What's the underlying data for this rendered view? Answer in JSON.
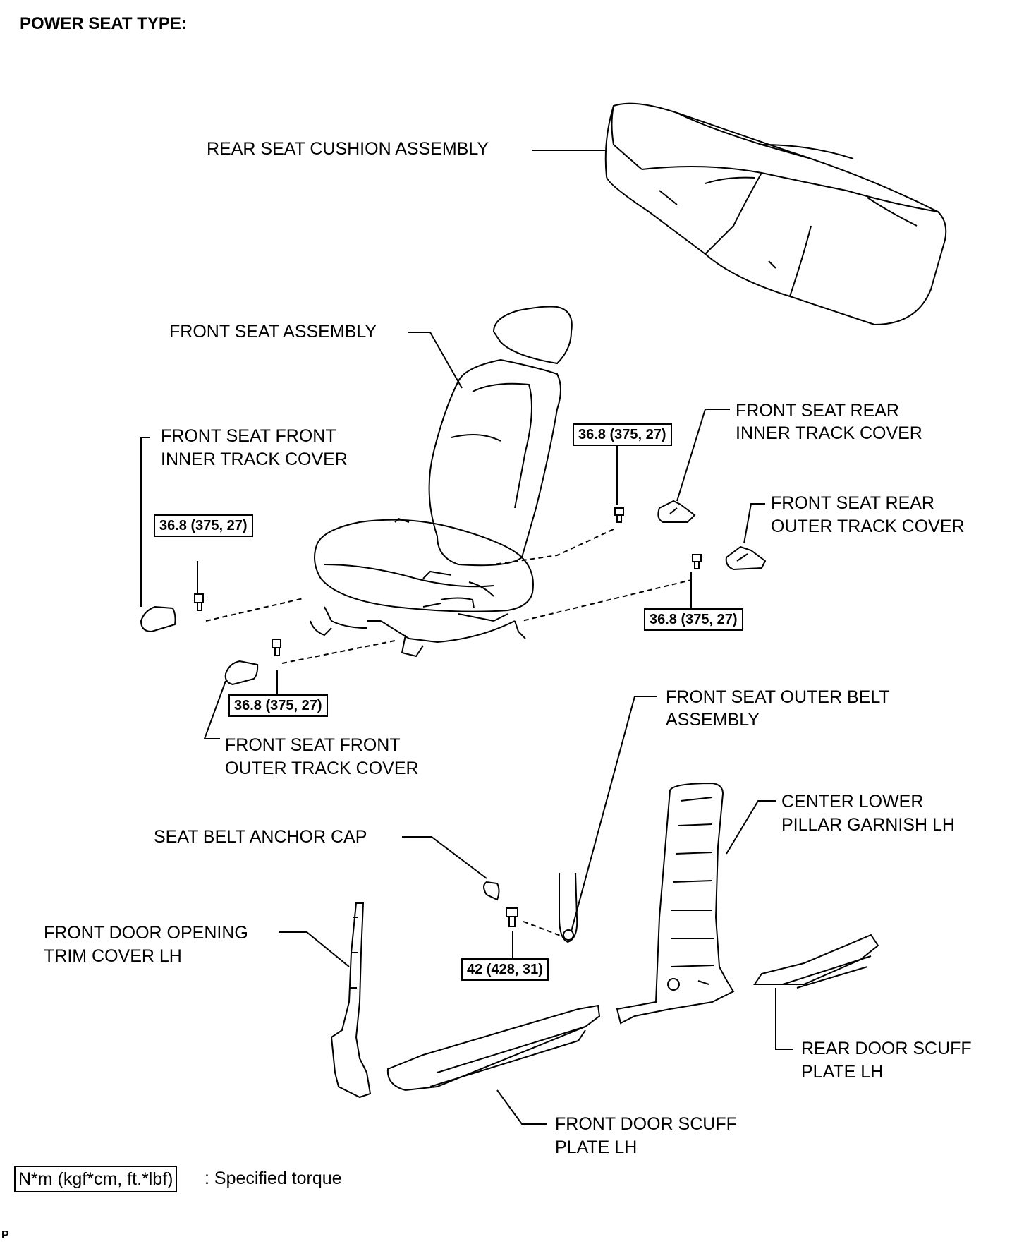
{
  "title": "POWER SEAT TYPE:",
  "labels": {
    "rear_seat_cushion": "REAR SEAT CUSHION ASSEMBLY",
    "front_seat_assembly": "FRONT SEAT ASSEMBLY",
    "front_seat_front_inner_1": "FRONT SEAT FRONT",
    "front_seat_front_inner_2": "INNER TRACK COVER",
    "front_seat_rear_inner_1": "FRONT SEAT REAR",
    "front_seat_rear_inner_2": "INNER TRACK COVER",
    "front_seat_rear_outer_1": "FRONT SEAT REAR",
    "front_seat_rear_outer_2": "OUTER TRACK COVER",
    "front_seat_front_outer_1": "FRONT SEAT FRONT",
    "front_seat_front_outer_2": "OUTER TRACK COVER",
    "outer_belt_1": "FRONT SEAT OUTER BELT",
    "outer_belt_2": "ASSEMBLY",
    "center_pillar_1": "CENTER LOWER",
    "center_pillar_2": "PILLAR GARNISH LH",
    "anchor_cap": "SEAT BELT ANCHOR CAP",
    "door_opening_1": "FRONT DOOR OPENING",
    "door_opening_2": "TRIM COVER LH",
    "rear_scuff_1": "REAR DOOR SCUFF",
    "rear_scuff_2": "PLATE LH",
    "front_scuff_1": "FRONT DOOR SCUFF",
    "front_scuff_2": "PLATE LH"
  },
  "torques": {
    "t_rear_inner": "36.8 (375, 27)",
    "t_front_inner": "36.8 (375, 27)",
    "t_rear_outer": "36.8 (375, 27)",
    "t_front_outer": "36.8 (375, 27)",
    "t_anchor": "42 (428, 31)"
  },
  "legend": {
    "unit": "N*m (kgf*cm, ft.*lbf)",
    "text": ": Specified torque"
  },
  "corner_mark": "P"
}
